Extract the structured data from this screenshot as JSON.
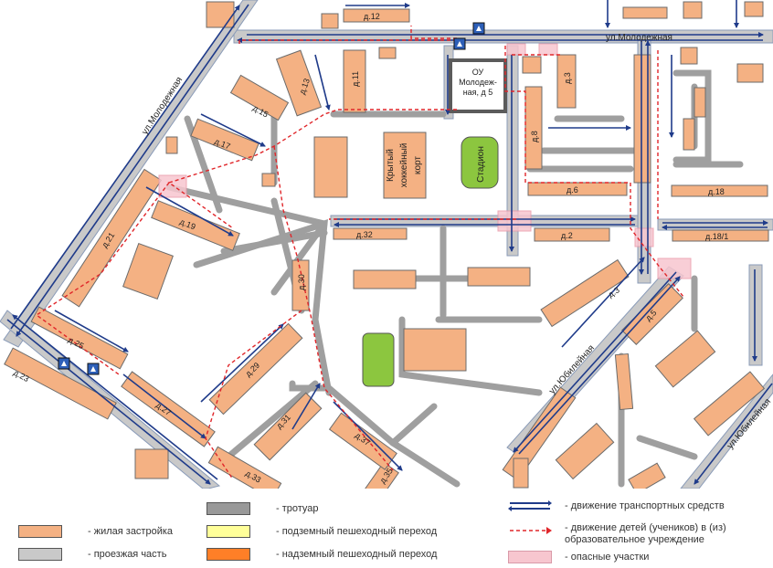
{
  "colors": {
    "building": "#f4b183",
    "road": "#c9c9c9",
    "sidewalk": "#999999",
    "underground": "#ffff99",
    "overpass": "#ff7f27",
    "danger": "#f7c6cf",
    "stadium": "#8cc63f",
    "arrow": "#1f3b8a",
    "children_route": "#e0262a"
  },
  "streets": {
    "molodezhnaya_top": "ул.Молодежная",
    "molodezhnaya_left": "ул.Молодежная",
    "yubileynaya_mid": "ул.Юбилейная",
    "yubileynaya_right": "ул.Юбилейная"
  },
  "buildings": {
    "d12": "д.12",
    "d11": "д.11",
    "d13": "д.13",
    "d15": "д.15",
    "d17": "д.17",
    "d21": "д.21",
    "d19": "д.19",
    "d25": "д.25",
    "d23": "д.23",
    "d27": "д.27",
    "d29": "д.29",
    "d30": "д.30",
    "d31": "д.31",
    "d32": "д.32",
    "d33": "д.33",
    "d35": "д.35",
    "d37": "д.37",
    "d3a": "д.3",
    "d8": "д.8",
    "d6": "д.6",
    "d2": "д.2",
    "d18": "д.18",
    "d181": "д.18/1",
    "d3b": "д.3",
    "d5": "д.5"
  },
  "school": {
    "line1": "ОУ",
    "line2": "Молодеж-",
    "line3": "ная, д 5"
  },
  "rink": {
    "line1": "Крытый",
    "line2": "хоккейный",
    "line3": "корт"
  },
  "stadium_label": "Стадион",
  "legend": {
    "residential": "- жилая застройка",
    "roadway": "- проезжая часть",
    "sidewalk": "- тротуар",
    "underground": "- подземный пешеходный переход",
    "overpass": "- надземный пешеходный переход",
    "traffic": "- движение транспортных средств",
    "children_line1": "- движение детей (учеников) в (из)",
    "children_line2": "образовательное учреждение",
    "danger": "- опасные участки"
  }
}
